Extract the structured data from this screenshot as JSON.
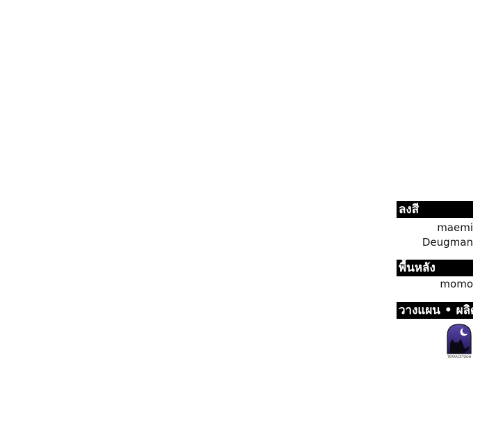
{
  "credits": {
    "colorist_heading": "ลงสี",
    "colorists": [
      "maemi",
      "Deugman"
    ],
    "background_heading": "พื้นหลัง",
    "background_artists": [
      "momo"
    ],
    "production_heading": "วางแผน • ผลิต",
    "logo": {
      "icon": "cat-moon-logo-icon",
      "text": "TERRACETOON",
      "colors": {
        "sky_top": "#5b4aa8",
        "sky_bottom": "#23145a",
        "cat": "#0a0a14",
        "moon": "#ffffff"
      }
    }
  }
}
